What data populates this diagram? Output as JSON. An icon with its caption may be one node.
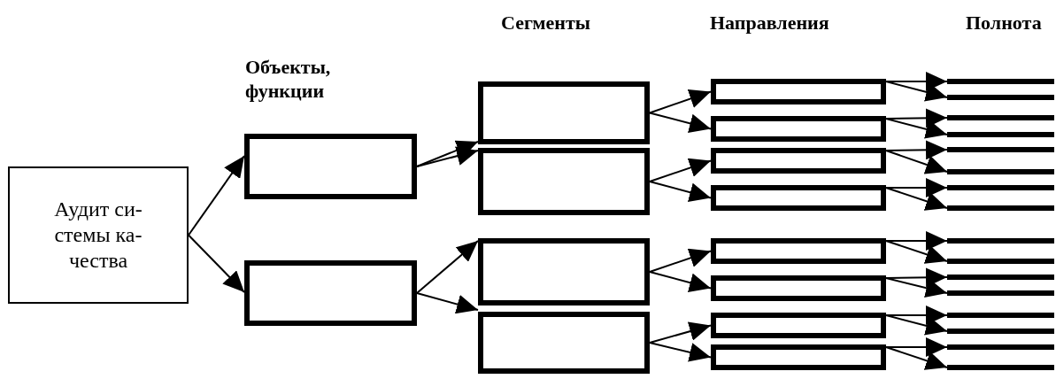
{
  "diagram": {
    "nodes": [
      {
        "text": [
          "Аудит си- стемы ка- чества"
        ]
      },
      {
        "text": [],
        "shape": "box"
      },
      {
        "text": [],
        "shape": "box"
      },
      {
        "text": [],
        "shape": "box"
      },
      {
        "text": [],
        "shape": "box"
      },
      {
        "text": [],
        "shape": "box"
      },
      {
        "text": [],
        "shape": "box"
      },
      {
        "text": [],
        "shape": "box"
      },
      {
        "text": [],
        "shape": "box"
      },
      {
        "text": [],
        "shape": "box"
      },
      {
        "text": [],
        "shape": "box"
      },
      {
        "text": [],
        "shape": "box"
      },
      {
        "text": [],
        "shape": "box"
      },
      {
        "text": [],
        "shape": "box"
      },
      {
        "text": [],
        "shape": "box"
      },
      {
        "text": [],
        "shape": "bar"
      },
      {
        "text": [],
        "shape": "bar"
      },
      {
        "text": [],
        "shape": "bar"
      },
      {
        "text": [],
        "shape": "bar"
      },
      {
        "text": [],
        "shape": "bar"
      },
      {
        "text": [],
        "shape": "bar"
      },
      {
        "text": [],
        "shape": "bar"
      },
      {
        "text": [],
        "shape": "bar"
      },
      {
        "text": [],
        "shape": "bar"
      },
      {
        "text": [],
        "shape": "bar"
      },
      {
        "text": [],
        "shape": "bar"
      },
      {
        "text": [],
        "shape": "bar"
      },
      {
        "text": [],
        "shape": "bar"
      },
      {
        "text": [],
        "shape": "bar"
      },
      {
        "text": [],
        "shape": "bar"
      },
      {
        "text": [],
        "shape": "bar"
      }
    ],
    "edges": [
      {
        "from": 0,
        "to": 1,
        "arrow": "to"
      },
      {
        "from": 0,
        "to": 2,
        "arrow": "to"
      },
      {
        "from": 1,
        "to": 3,
        "arrow": "to"
      },
      {
        "from": 1,
        "to": 4,
        "arrow": "to"
      },
      {
        "from": 2,
        "to": 5,
        "arrow": "to"
      },
      {
        "from": 2,
        "to": 6,
        "arrow": "to"
      },
      {
        "from": 3,
        "to": 7,
        "arrow": "to"
      },
      {
        "from": 3,
        "to": 8,
        "arrow": "to"
      },
      {
        "from": 4,
        "to": 9,
        "arrow": "to"
      },
      {
        "from": 4,
        "to": 10,
        "arrow": "to"
      },
      {
        "from": 5,
        "to": 11,
        "arrow": "to"
      },
      {
        "from": 5,
        "to": 12,
        "arrow": "to"
      },
      {
        "from": 6,
        "to": 13,
        "arrow": "to"
      },
      {
        "from": 6,
        "to": 14,
        "arrow": "to"
      },
      {
        "from": 7,
        "to": 15,
        "arrow": "to"
      },
      {
        "from": 7,
        "to": 16,
        "arrow": "to"
      },
      {
        "from": 8,
        "to": 17,
        "arrow": "to"
      },
      {
        "from": 8,
        "to": 18,
        "arrow": "to"
      },
      {
        "from": 9,
        "to": 19,
        "arrow": "to"
      },
      {
        "from": 9,
        "to": 20,
        "arrow": "to"
      },
      {
        "from": 10,
        "to": 21,
        "arrow": "to"
      },
      {
        "from": 10,
        "to": 22,
        "arrow": "to"
      },
      {
        "from": 11,
        "to": 23,
        "arrow": "to"
      },
      {
        "from": 11,
        "to": 24,
        "arrow": "to"
      },
      {
        "from": 12,
        "to": 25,
        "arrow": "to"
      },
      {
        "from": 12,
        "to": 26,
        "arrow": "to"
      },
      {
        "from": 13,
        "to": 27,
        "arrow": "to"
      },
      {
        "from": 13,
        "to": 28,
        "arrow": "to"
      },
      {
        "from": 14,
        "to": 29,
        "arrow": "to"
      },
      {
        "from": 14,
        "to": 30,
        "arrow": "to"
      }
    ],
    "labels": [
      "Объекты, функции",
      "Сегменты",
      "Направления",
      "Полнота"
    ]
  }
}
